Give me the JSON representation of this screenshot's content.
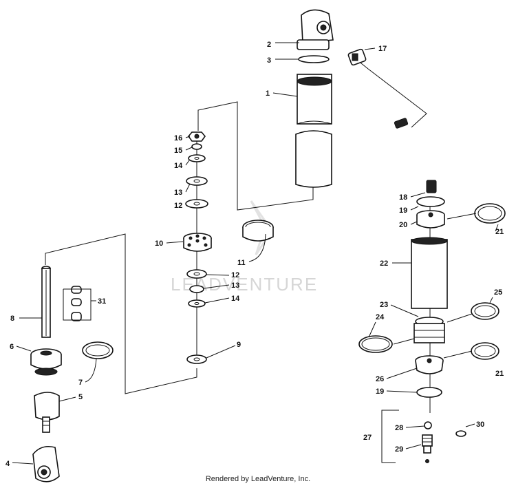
{
  "footer": "Rendered by LeadVenture, Inc.",
  "watermark": "LEADVENTURE",
  "callouts": {
    "c1": "1",
    "c2": "2",
    "c3": "3",
    "c4": "4",
    "c5": "5",
    "c6": "6",
    "c7": "7",
    "c8": "8",
    "c9": "9",
    "c10": "10",
    "c11": "11",
    "c12a": "12",
    "c12b": "12",
    "c13a": "13",
    "c13b": "13",
    "c14a": "14",
    "c14b": "14",
    "c15": "15",
    "c16": "16",
    "c17": "17",
    "c18": "18",
    "c19a": "19",
    "c19b": "19",
    "c20": "20",
    "c21a": "21",
    "c21b": "21",
    "c22": "22",
    "c23": "23",
    "c24": "24",
    "c25": "25",
    "c26": "26",
    "c27": "27",
    "c28": "28",
    "c29": "29",
    "c30": "30",
    "c31": "31"
  }
}
